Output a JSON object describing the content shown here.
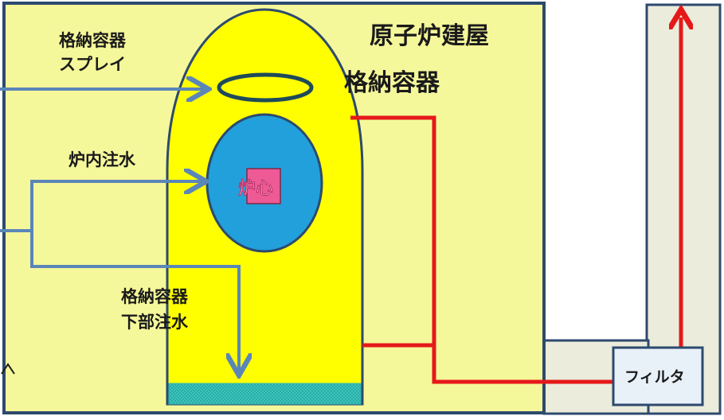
{
  "labels": {
    "building": "原子炉建屋",
    "containment": "格納容器",
    "spray_line1": "格納容器",
    "spray_line2": "スプレイ",
    "injection": "炉内注水",
    "core": "炉心",
    "lower_line1": "格納容器",
    "lower_line2": "下部注水",
    "filter": "フィルタ"
  },
  "colors": {
    "background": "#ffffff",
    "building_fill": "#f5f89a",
    "building_border": "#2d4a6e",
    "vessel_fill": "#ffff00",
    "vessel_border": "#2d4a6e",
    "core_vessel_fill": "#21a0dc",
    "core_fill": "#ee5a96",
    "water_pipe": "#5b86b8",
    "vent_pipe": "#e51919",
    "spray_ring": "#1e4a5a",
    "floor_fill": "#3fc7c0",
    "stack_fill": "#ececdc",
    "filter_fill": "#e8f0f8"
  },
  "icons": {
    "spray_ring": "ellipse-ring",
    "arrows": "arrowhead"
  }
}
